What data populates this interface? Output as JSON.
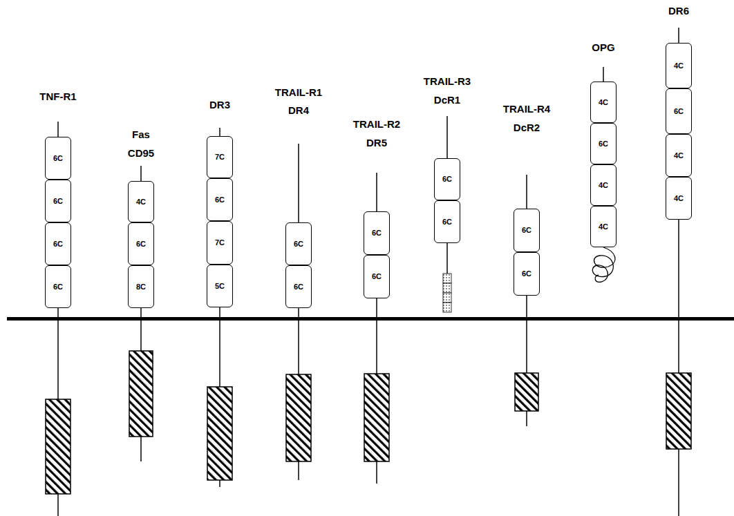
{
  "diagram": {
    "nodes": [
      {
        "text": [
          "6C"
        ]
      },
      {
        "text": [
          "6C"
        ]
      },
      {
        "text": [
          "6C"
        ]
      },
      {
        "text": [
          "6C"
        ]
      },
      {
        "text": [
          "4C"
        ]
      },
      {
        "text": [
          "6C"
        ]
      },
      {
        "text": [
          "8C"
        ]
      },
      {
        "text": [
          "7C"
        ]
      },
      {
        "text": [
          "6C"
        ]
      },
      {
        "text": [
          "7C"
        ]
      },
      {
        "text": [
          "5C"
        ]
      },
      {
        "text": [
          "6C"
        ]
      },
      {
        "text": [
          "6C"
        ]
      },
      {
        "text": [
          "6C"
        ]
      },
      {
        "text": [
          "6C"
        ]
      },
      {
        "text": [
          "6C"
        ]
      },
      {
        "text": [
          "6C"
        ]
      },
      {
        "text": [
          "6C"
        ]
      },
      {
        "text": [
          "6C"
        ]
      },
      {
        "text": [
          "4C"
        ]
      },
      {
        "text": [
          "6C"
        ]
      },
      {
        "text": [
          "4C"
        ]
      },
      {
        "text": [
          "4C"
        ]
      },
      {
        "text": [
          "4C"
        ]
      },
      {
        "text": [
          "6C"
        ]
      },
      {
        "text": [
          "4C"
        ]
      },
      {
        "text": [
          "4C"
        ]
      }
    ],
    "labels": [
      "TNF-R1",
      "Fas",
      "CD95",
      "DR3",
      "TRAIL-R1",
      "DR4",
      "TRAIL-R2",
      "DR5",
      "TRAIL-R3",
      "DcR1",
      "TRAIL-R4",
      "DcR2",
      "OPG",
      "DR6"
    ]
  }
}
